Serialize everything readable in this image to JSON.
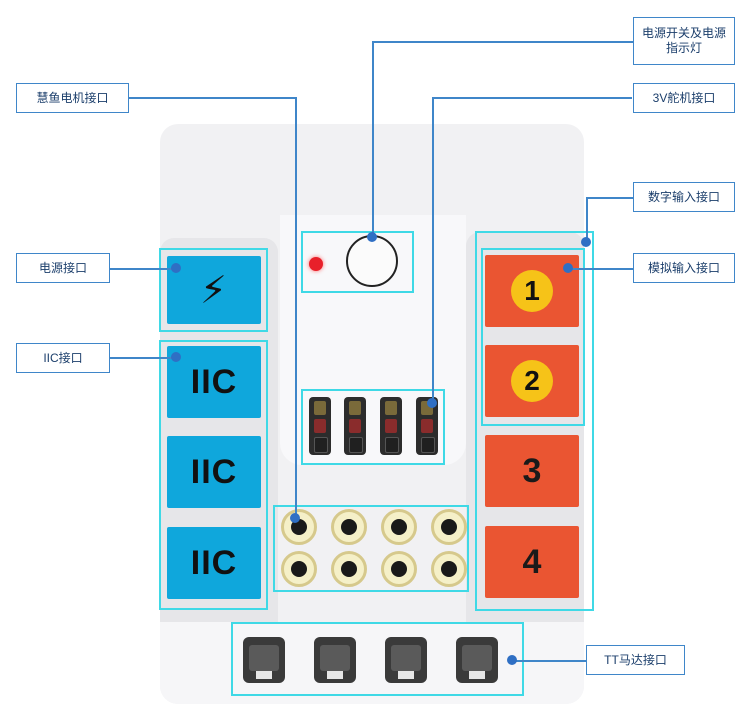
{
  "board": {
    "power_symbol": "⚡",
    "iic_ports": [
      "IIC",
      "IIC",
      "IIC"
    ],
    "input_ports": [
      "1",
      "2",
      "3",
      "4"
    ],
    "colors": {
      "blue_port": "#0fa7dc",
      "orange_port": "#ea5532",
      "highlight": "#3fd9e6",
      "callout": "#3f86c9"
    }
  },
  "labels": {
    "power_switch": "电源开关及电源指示灯",
    "smart_motor": "慧鱼电机接口",
    "servo": "3V舵机接口",
    "digital_input": "数字输入接口",
    "power_port": "电源接口",
    "analog_input": "模拟输入接口",
    "iic_port": "IIC接口",
    "tt_motor": "TT马达接口"
  }
}
